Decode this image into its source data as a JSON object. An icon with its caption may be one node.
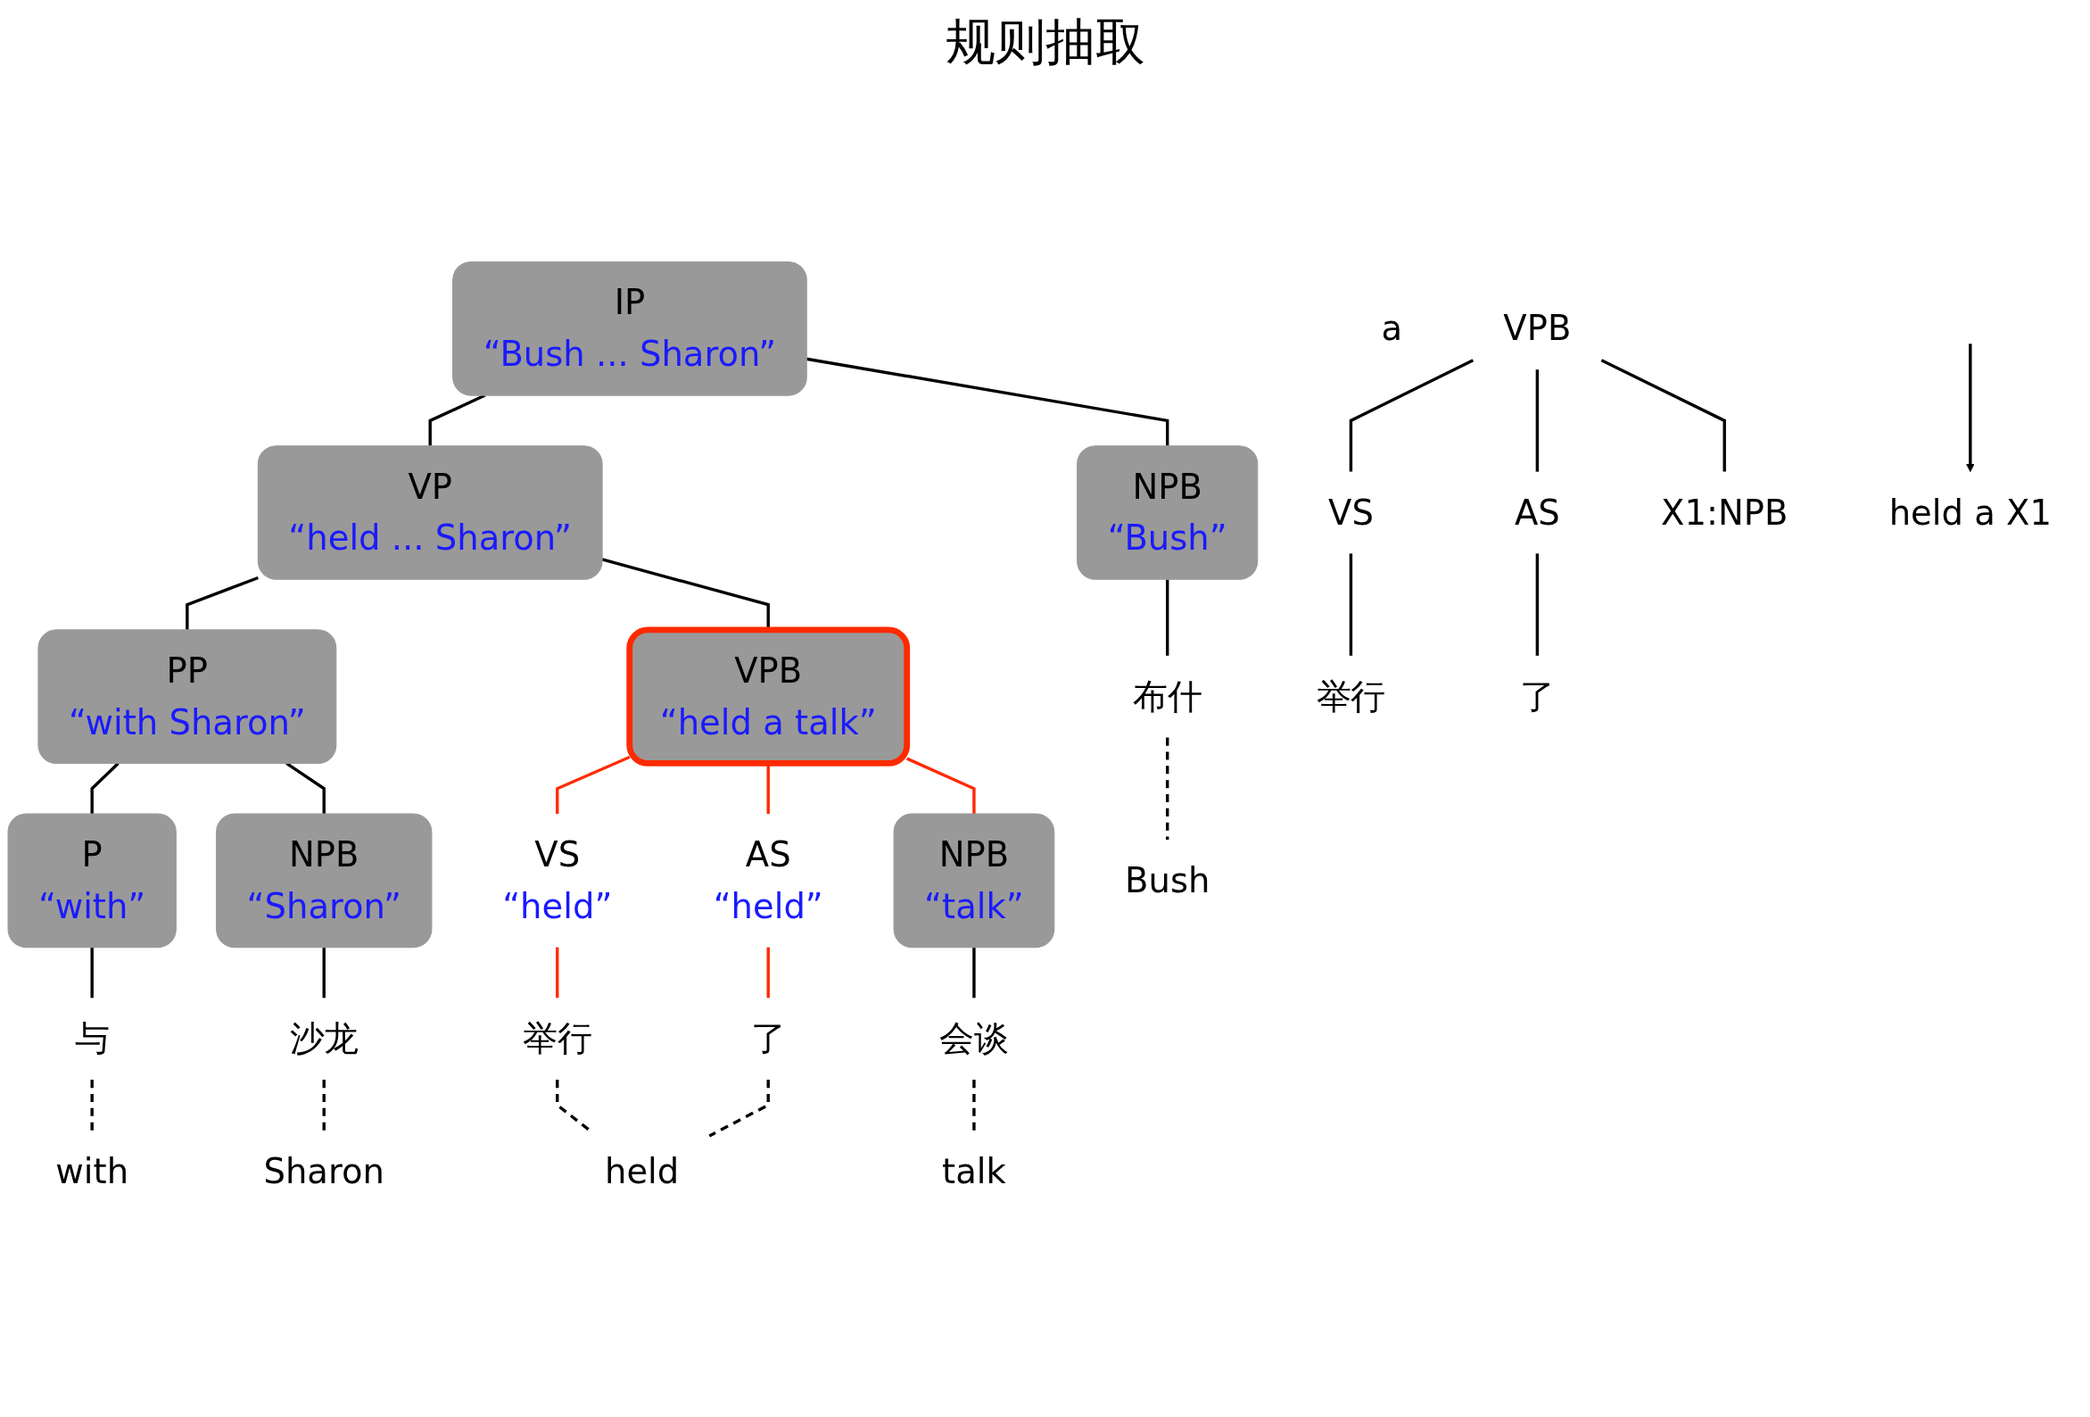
{
  "diagram": {
    "title": "规则抽取",
    "nodes": [
      {
        "text": [
          "IP",
          "“Bush ... Sharon”"
        ]
      },
      {
        "text": [
          "VP",
          "“held ... Sharon”"
        ]
      },
      {
        "text": [
          "PP",
          "“with Sharon”"
        ]
      },
      {
        "text": [
          "VPB",
          "“held a talk”"
        ]
      },
      {
        "text": [
          "NPB",
          "“Bush”"
        ]
      },
      {
        "text": [
          "P",
          "“with”"
        ]
      },
      {
        "text": [
          "NPB",
          "“Sharon”"
        ]
      },
      {
        "text": [
          "VS",
          "“held”"
        ]
      },
      {
        "text": [
          "AS",
          "“held”"
        ]
      },
      {
        "text": [
          "NPB",
          "“talk”"
        ]
      },
      {
        "text": [
          "布什"
        ]
      },
      {
        "text": [
          "与"
        ]
      },
      {
        "text": [
          "沙龙"
        ]
      },
      {
        "text": [
          "举行"
        ]
      },
      {
        "text": [
          "了"
        ]
      },
      {
        "text": [
          "会谈"
        ]
      },
      {
        "text": [
          "Bush"
        ]
      },
      {
        "text": [
          "held"
        ]
      },
      {
        "text": [
          "a"
        ]
      },
      {
        "text": [
          "talk"
        ]
      },
      {
        "text": [
          "with"
        ]
      },
      {
        "text": [
          "Sharon"
        ]
      },
      {
        "text": [
          "VPB"
        ]
      },
      {
        "text": [
          "VS"
        ]
      },
      {
        "text": [
          "AS"
        ]
      },
      {
        "text": [
          "X1:NPB"
        ]
      },
      {
        "text": [
          "举行"
        ]
      },
      {
        "text": [
          "了"
        ]
      },
      {
        "text": [
          "held a X1"
        ]
      }
    ],
    "edges": [
      {
        "from": 0,
        "to": 4,
        "arrow": "none"
      },
      {
        "from": 0,
        "to": 1,
        "arrow": "none"
      },
      {
        "from": 1,
        "to": 2,
        "arrow": "none"
      },
      {
        "from": 1,
        "to": 3,
        "arrow": "none"
      },
      {
        "from": 2,
        "to": 5,
        "arrow": "none"
      },
      {
        "from": 2,
        "to": 6,
        "arrow": "none"
      },
      {
        "from": 3,
        "to": 7,
        "arrow": "none",
        "color": "#ff2a00"
      },
      {
        "from": 3,
        "to": 8,
        "arrow": "none",
        "color": "#ff2a00"
      },
      {
        "from": 3,
        "to": 9,
        "arrow": "none",
        "color": "#ff2a00"
      },
      {
        "from": 4,
        "to": 10,
        "arrow": "none"
      },
      {
        "from": 5,
        "to": 11,
        "arrow": "none"
      },
      {
        "from": 6,
        "to": 12,
        "arrow": "none"
      },
      {
        "from": 7,
        "to": 13,
        "arrow": "none",
        "color": "#ff2a00"
      },
      {
        "from": 8,
        "to": 14,
        "arrow": "none",
        "color": "#ff2a00"
      },
      {
        "from": 9,
        "to": 15,
        "arrow": "none"
      },
      {
        "from": 10,
        "to": 16,
        "arrow": "none",
        "style": "dashed"
      },
      {
        "from": 11,
        "to": 20,
        "arrow": "none",
        "style": "dashed"
      },
      {
        "from": 12,
        "to": 21,
        "arrow": "none",
        "style": "dashed"
      },
      {
        "from": 13,
        "to": 17,
        "arrow": "none",
        "style": "dashed"
      },
      {
        "from": 14,
        "to": 17,
        "arrow": "none",
        "style": "dashed"
      },
      {
        "from": 15,
        "to": 19,
        "arrow": "none",
        "style": "dashed"
      },
      {
        "from": 22,
        "to": 23,
        "arrow": "none"
      },
      {
        "from": 22,
        "to": 24,
        "arrow": "none"
      },
      {
        "from": 22,
        "to": 25,
        "arrow": "none"
      },
      {
        "from": 23,
        "to": 26,
        "arrow": "none"
      },
      {
        "from": 24,
        "to": 27,
        "arrow": "none"
      },
      {
        "from": null,
        "to": 28,
        "arrow": "to"
      }
    ]
  }
}
